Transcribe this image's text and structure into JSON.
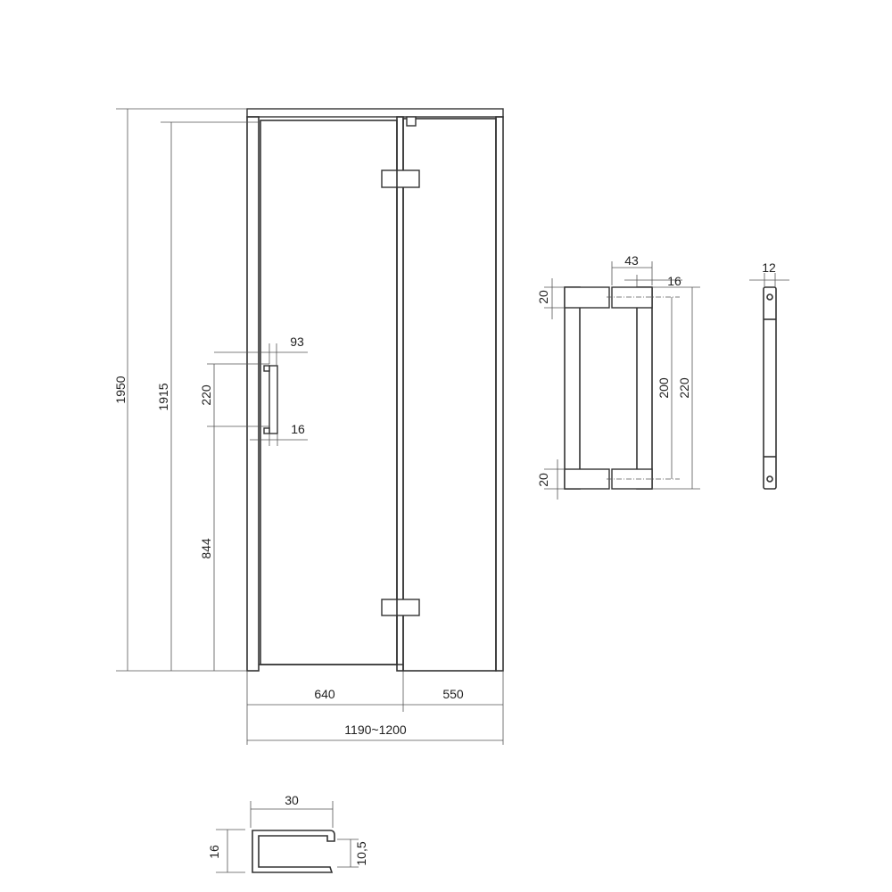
{
  "main_view": {
    "height_total": "1950",
    "height_inner": "1915",
    "handle_length": "220",
    "handle_height_from_floor": "844",
    "handle_offset": "93",
    "handle_depth": "16",
    "door_width": "640",
    "fixed_panel_width": "550",
    "total_width": "1190~1200"
  },
  "handle_detail": {
    "depth": "43",
    "bar_width": "16",
    "top_cap": "20",
    "bottom_cap": "20",
    "spacing": "200",
    "length": "220"
  },
  "handle_side": {
    "width": "12"
  },
  "profile": {
    "width": "30",
    "height": "16",
    "inner_height": "10,5"
  }
}
